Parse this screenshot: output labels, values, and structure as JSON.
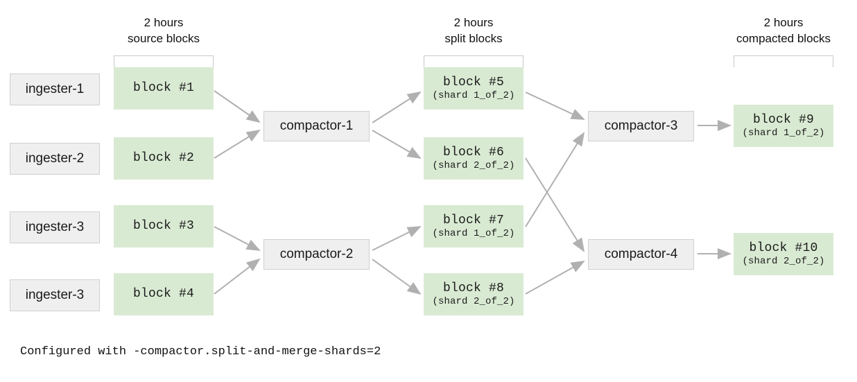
{
  "diagram": {
    "title_caption": "Configured with -compactor.split-and-merge-shards=2",
    "colors": {
      "block_fill": "#d9ead3",
      "process_fill": "#efefef",
      "process_border": "#cfcfcf",
      "arrow": "#b0b0b0",
      "bracket": "#c8c8c8",
      "text": "#1a1a1a",
      "background": "#ffffff"
    },
    "column_labels": [
      {
        "line1": "2 hours",
        "line2": "source blocks"
      },
      {
        "line1": "2 hours",
        "line2": "split blocks"
      },
      {
        "line1": "2 hours",
        "line2": "compacted blocks"
      }
    ],
    "ingesters": [
      {
        "label": "ingester-1"
      },
      {
        "label": "ingester-2"
      },
      {
        "label": "ingester-3"
      },
      {
        "label": "ingester-3"
      }
    ],
    "source_blocks": [
      {
        "title": "block #1",
        "sub": ""
      },
      {
        "title": "block #2",
        "sub": ""
      },
      {
        "title": "block #3",
        "sub": ""
      },
      {
        "title": "block #4",
        "sub": ""
      }
    ],
    "compactors_stage1": [
      {
        "label": "compactor-1"
      },
      {
        "label": "compactor-2"
      }
    ],
    "split_blocks": [
      {
        "title": "block #5",
        "sub": "(shard 1_of_2)"
      },
      {
        "title": "block #6",
        "sub": "(shard 2_of_2)"
      },
      {
        "title": "block #7",
        "sub": "(shard 1_of_2)"
      },
      {
        "title": "block #8",
        "sub": "(shard 2_of_2)"
      }
    ],
    "compactors_stage2": [
      {
        "label": "compactor-3"
      },
      {
        "label": "compactor-4"
      }
    ],
    "compacted_blocks": [
      {
        "title": "block #9",
        "sub": "(shard 1_of_2)"
      },
      {
        "title": "block #10",
        "sub": "(shard 2_of_2)"
      }
    ]
  }
}
